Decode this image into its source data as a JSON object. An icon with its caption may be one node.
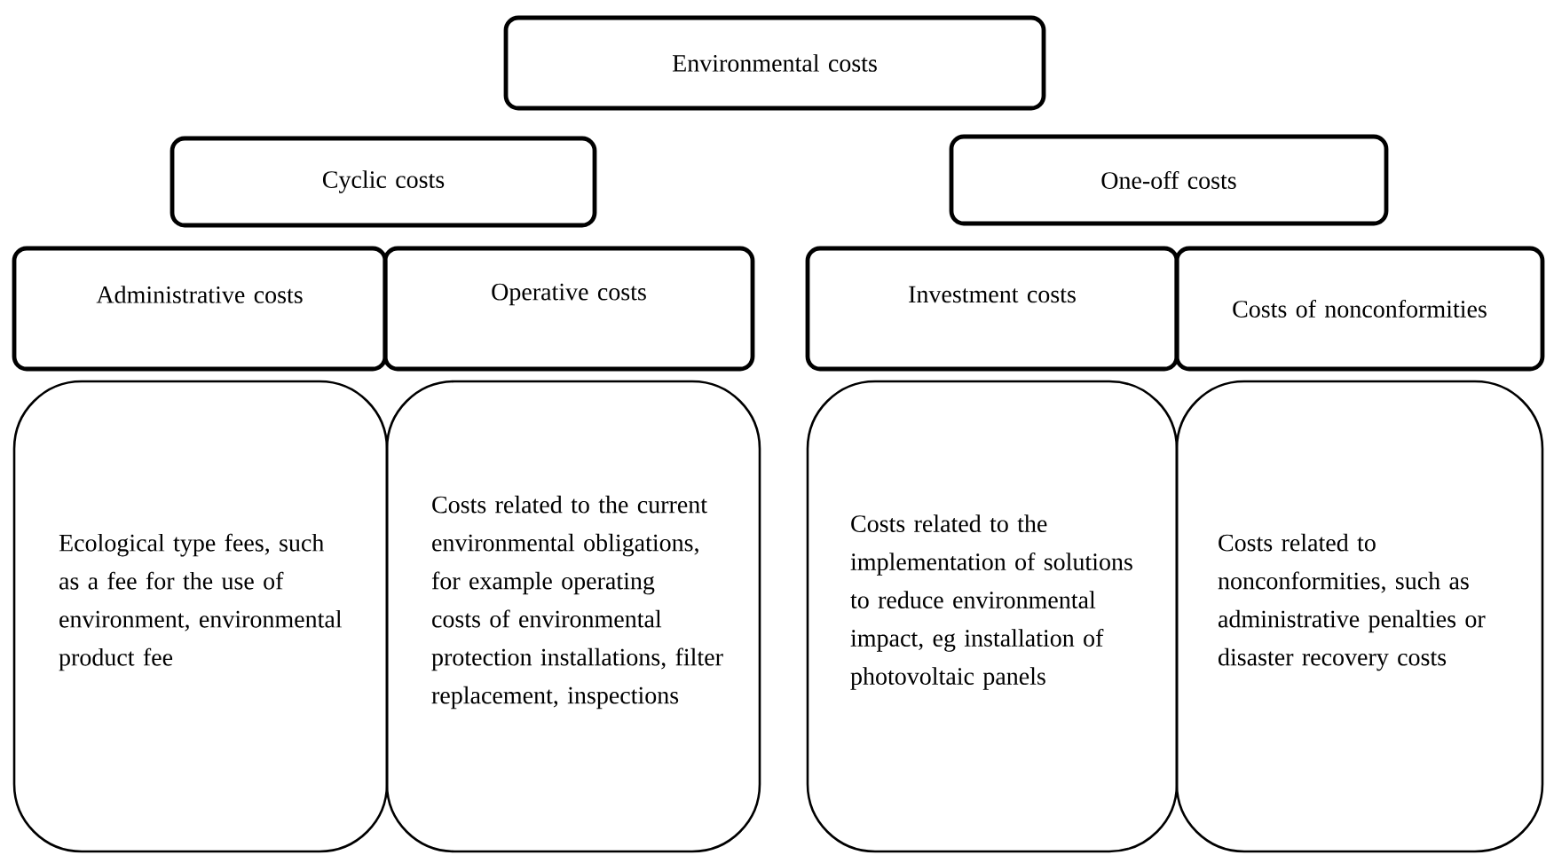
{
  "diagram": {
    "nodes": [
      {
        "text": [
          "Environmental costs"
        ]
      },
      {
        "text": [
          "Cyclic costs"
        ]
      },
      {
        "text": [
          "One-off costs"
        ]
      },
      {
        "text": [
          "Administrative costs"
        ]
      },
      {
        "text": [
          "Operative costs"
        ]
      },
      {
        "text": [
          "Investment costs"
        ]
      },
      {
        "text": [
          "Costs of nonconformities"
        ]
      },
      {
        "text": [
          "Ecological type fees, such as a fee for the use of environment, environmental product fee"
        ]
      },
      {
        "text": [
          "Costs related to the current environmental obligations, for example operating costs of environmental protection installations, filter replacement, inspections"
        ]
      },
      {
        "text": [
          "Costs related to the implementation of solutions to reduce environmental impact, eg installation of photovoltaic panels"
        ]
      },
      {
        "text": [
          "Costs related to nonconformities, such as administrative penalties or disaster recovery costs"
        ]
      }
    ]
  }
}
